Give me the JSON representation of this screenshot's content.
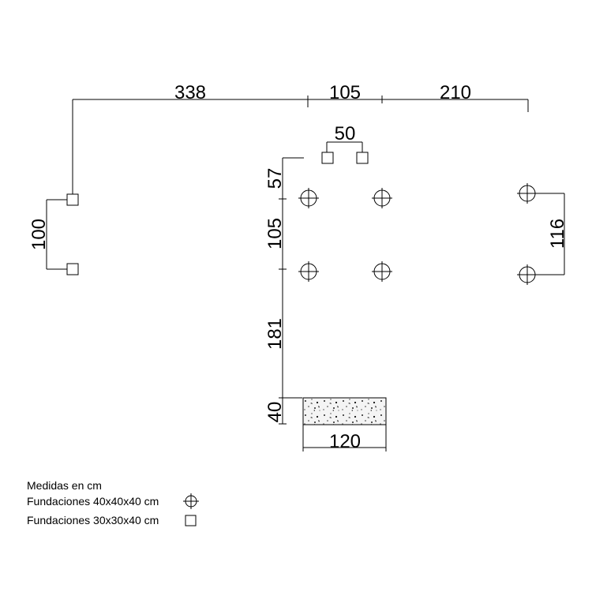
{
  "dimensions": {
    "top_left": "338",
    "top_mid": "105",
    "top_right": "210",
    "pad_spacing": "50",
    "vert_57": "57",
    "vert_105": "105",
    "vert_181": "181",
    "vert_40": "40",
    "left_100": "100",
    "right_116": "116",
    "bottom_120": "120"
  },
  "legend": {
    "units": "Medidas en cm",
    "round_foundation": "Fundaciones 40x40x40 cm",
    "square_foundation": "Fundaciones 30x30x40 cm"
  }
}
